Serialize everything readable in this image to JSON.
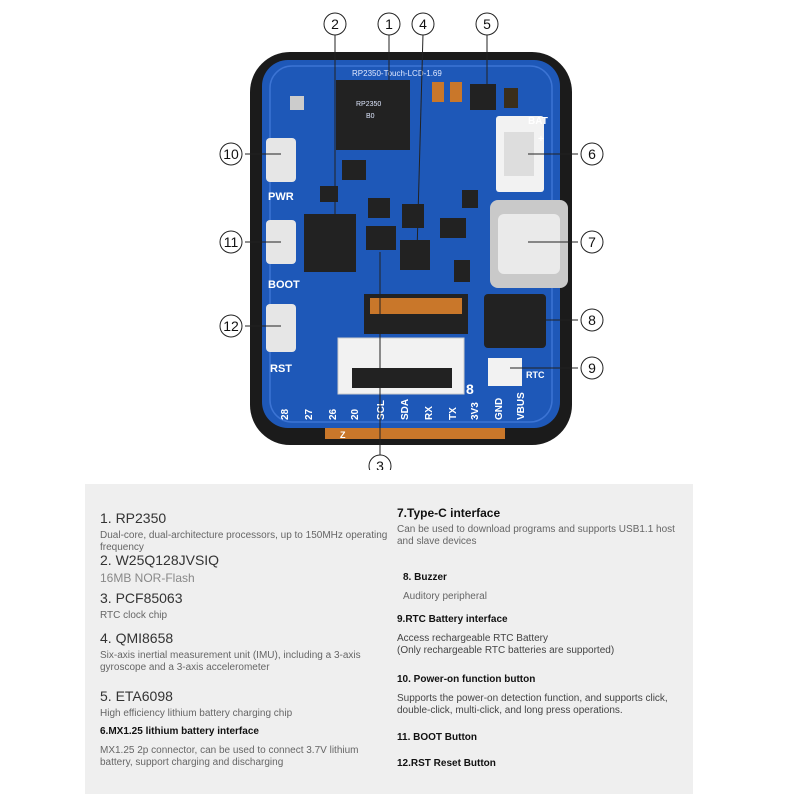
{
  "board": {
    "model_label": "RP2350-Touch-LCD-1.69",
    "chip_marking": [
      "RP2350",
      "B0"
    ],
    "silk_labels": {
      "bat": "BAT",
      "bat_plus": "+",
      "pwr": "PWR",
      "boot": "BOOT",
      "rst": "RST",
      "rtc": "RTC",
      "num8": "8",
      "z": "Z",
      "pins": [
        "28",
        "27",
        "26",
        "20",
        "SCL",
        "SDA",
        "RX",
        "TX",
        "3V3",
        "GND",
        "VBUS"
      ]
    }
  },
  "callouts": [
    "1",
    "2",
    "3",
    "4",
    "5",
    "6",
    "7",
    "8",
    "9",
    "10",
    "11",
    "12"
  ],
  "colors": {
    "pcb": "#1e58b8",
    "bezel": "#1b1b1b",
    "chip": "#222222",
    "connector": "#f2f2f2",
    "panel_bg": "#efefef"
  },
  "descriptions": {
    "items": [
      {
        "title": "1. RP2350",
        "desc": "Dual-core, dual-architecture processors, up to 150MHz operating frequency"
      },
      {
        "title": "2. W25Q128JVSIQ",
        "desc": "16MB NOR-Flash"
      },
      {
        "title": "3. PCF85063",
        "desc": "RTC clock chip"
      },
      {
        "title": "4. QMI8658",
        "desc": "Six-axis inertial measurement unit (IMU), including a 3-axis gyroscope and a 3-axis accelerometer"
      },
      {
        "title": "5. ETA6098",
        "desc": "High efficiency lithium battery charging chip"
      },
      {
        "title": "6.MX1.25 lithium battery interface",
        "desc": "MX1.25 2p connector, can be used to connect 3.7V lithium battery, support charging and discharging"
      },
      {
        "title": "7.Type-C interface",
        "desc": "Can be used to download programs and supports USB1.1 host and slave devices"
      },
      {
        "title": "8. Buzzer",
        "desc": "Auditory peripheral"
      },
      {
        "title": "9.RTC Battery interface",
        "desc": "Access rechargeable RTC Battery\n(Only rechargeable RTC batteries are supported)"
      },
      {
        "title": "10. Power-on function button",
        "desc": "Supports the power-on detection function, and supports click, double-click, multi-click, and long press operations."
      },
      {
        "title": "11. BOOT Button",
        "desc": ""
      },
      {
        "title": "12.RST Reset Button",
        "desc": ""
      }
    ]
  }
}
